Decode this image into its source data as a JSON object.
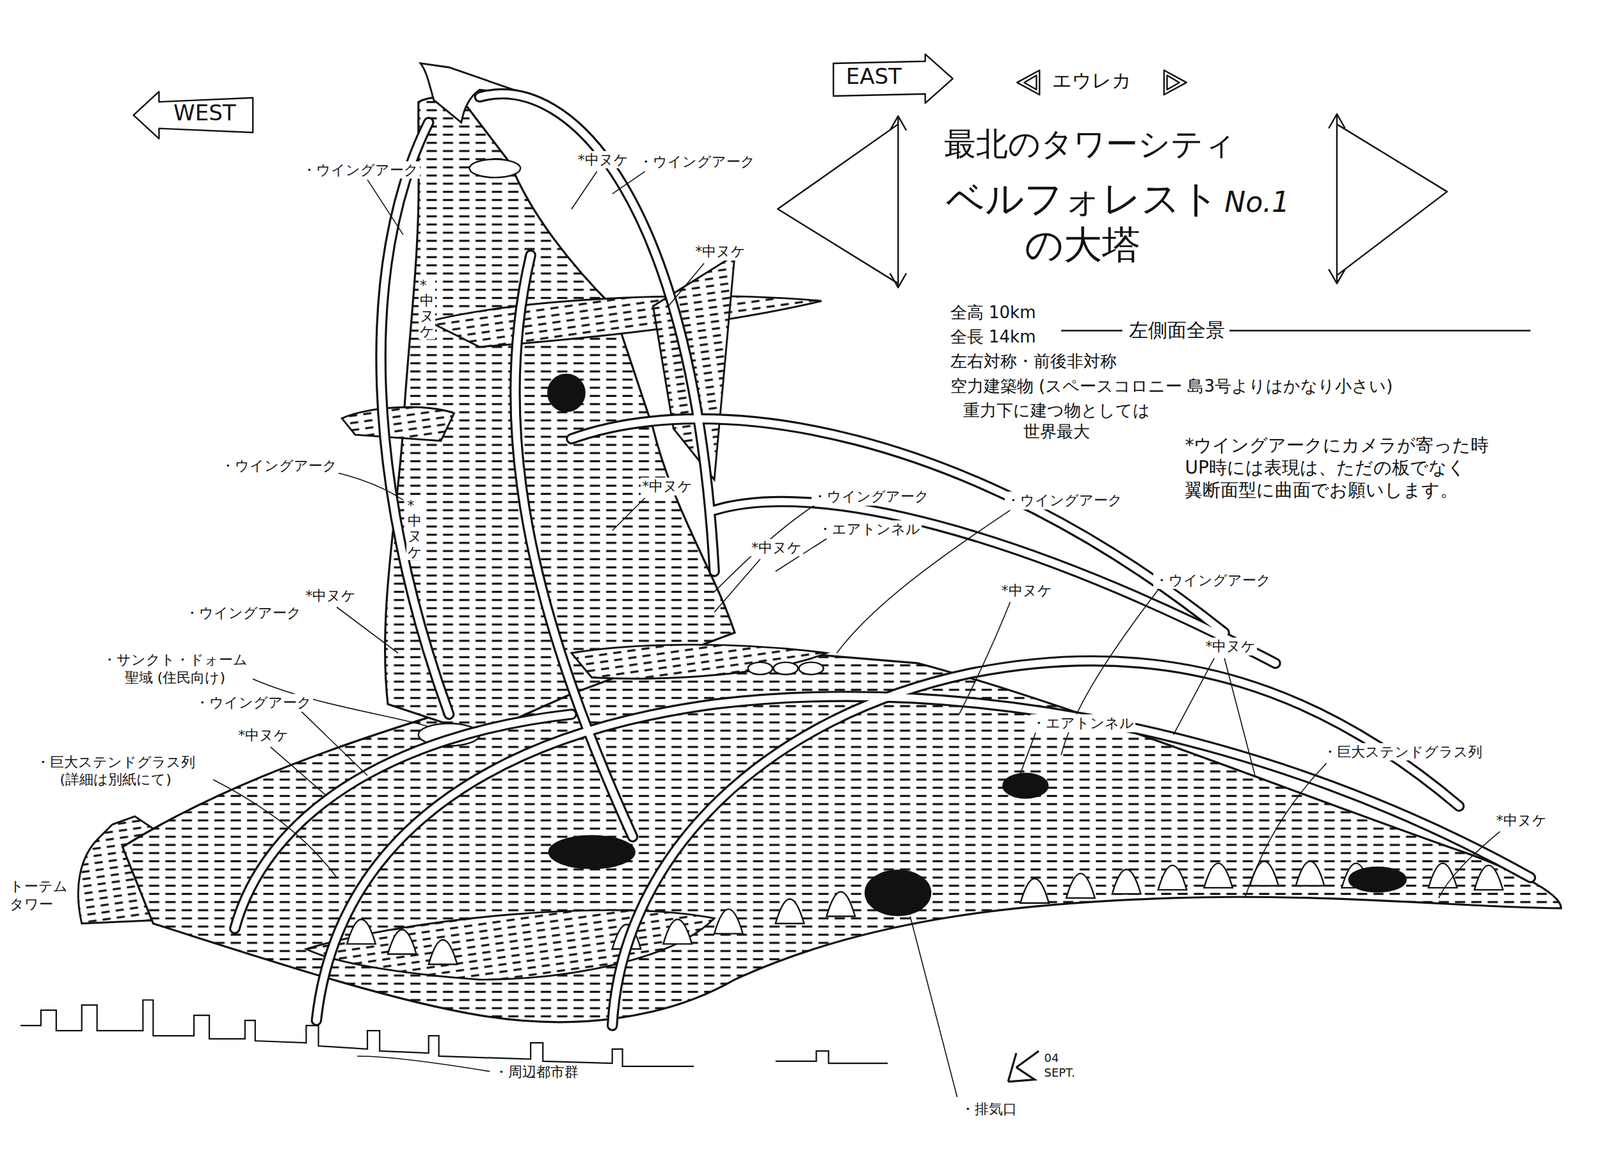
{
  "diagram": {
    "nodes": [
      {
        "text": [
          "WEST"
        ]
      },
      {
        "text": [
          "EAST"
        ]
      },
      {
        "text": [
          "エウレカ"
        ]
      },
      {
        "text": [
          "最北のタワーシティ",
          "ベルフォレスト の大塔",
          "No.1"
        ]
      }
    ],
    "labels": [
      "*中ヌケ",
      "・ウイングアーク",
      "・ウイングアーク",
      "*中ヌケ",
      "*中ヌケ",
      "*中ヌケ",
      "・ウイングアーク",
      "*中ヌケ",
      "・ウイングアーク",
      "・ウイングアーク",
      "*中ヌケ",
      "・エアトンネル",
      "*中ヌケ",
      "*中ヌケ",
      "・ウイングアーク",
      "・ウイングアーク",
      "*中ヌケ",
      "・サンクト・ドォーム 聖域 (住民向け)",
      "・ウイングアーク",
      "*中ヌケ",
      "・巨大ステンドグラス列 (詳細は別紙にて)",
      "・エアトンネル",
      "・巨大ステンドグラス列",
      "*中ヌケ",
      "トーテム タワー",
      "・周辺都市群",
      "04 SEPT.",
      "・排気口",
      "全高 10km",
      "全長 14km",
      "左右対称・前後非対称",
      "空力建築物 (スペースコロニー 島3号よりはかなり小さい)",
      "重力下に建つ物としては 世界最大",
      "左側面全景",
      "*ウイングアークにカメラが寄った時 UP時には表現は、ただの板でなく 翼断面型に曲面でお願いします。"
    ]
  }
}
